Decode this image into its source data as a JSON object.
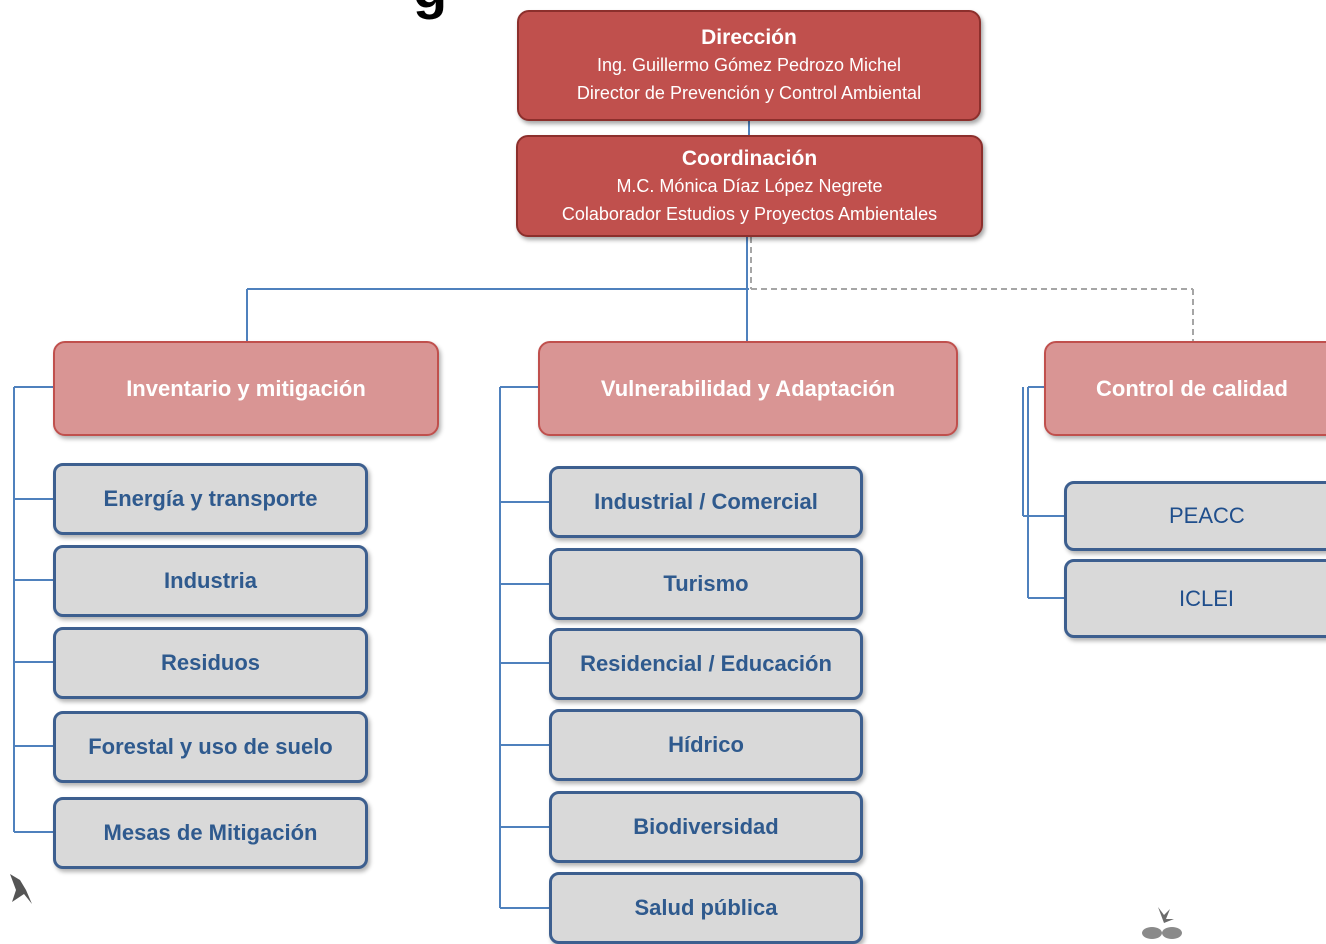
{
  "header": {
    "title_fragment": "g"
  },
  "top": [
    {
      "title": "Dirección",
      "line1": "Ing. Guillermo Gómez Pedrozo Michel",
      "line2": "Director de Prevención y Control Ambiental"
    },
    {
      "title": "Coordinación",
      "line1": "M.C. Mónica Díaz López Negrete",
      "line2": "Colaborador Estudios y Proyectos Ambientales"
    }
  ],
  "categories": [
    {
      "label": "Inventario y mitigación",
      "items": [
        "Energía y transporte",
        "Industria",
        "Residuos",
        "Forestal y uso de suelo",
        "Mesas de Mitigación"
      ]
    },
    {
      "label": "Vulnerabilidad  y Adaptación",
      "items": [
        "Industrial / Comercial",
        "Turismo",
        "Residencial / Educación",
        "Hídrico",
        "Biodiversidad",
        "Salud pública"
      ]
    },
    {
      "label": "Control de calidad",
      "items": [
        "PEACC",
        "ICLEI"
      ]
    }
  ],
  "colors": {
    "top_fill": "#c0504d",
    "category_fill": "#d99594",
    "sub_fill": "#d9d9d9",
    "sub_border": "#3d5f8f",
    "connector": "#4f81bd",
    "dashed": "#a6a6a6"
  },
  "icons": [
    "bird-logo-icon",
    "emblem-logo-icon"
  ]
}
